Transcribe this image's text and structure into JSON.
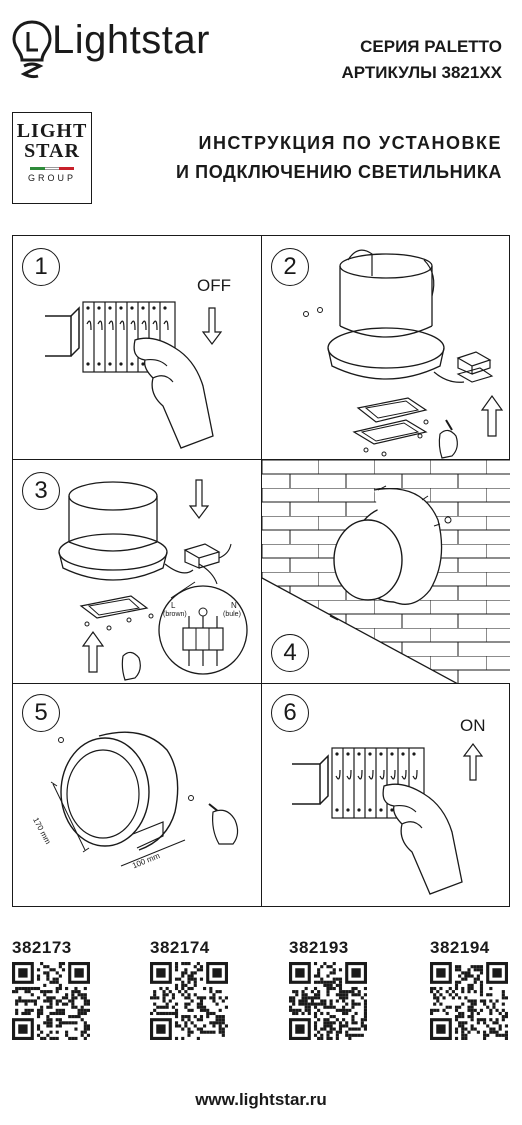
{
  "header": {
    "brand": "Lightstar",
    "series": "СЕРИЯ PALETTO",
    "articles": "АРТИКУЛЫ 3821XX",
    "badge_line1": "LIGHT",
    "badge_line2": "STAR",
    "badge_line3": "GROUP",
    "title_line1": "ИНСТРУКЦИЯ ПО УСТАНОВКЕ",
    "title_line2": "И ПОДКЛЮЧЕНИЮ СВЕТИЛЬНИКА"
  },
  "steps": [
    {
      "number": "1",
      "label": "OFF"
    },
    {
      "number": "2"
    },
    {
      "number": "3",
      "wire_l": "L",
      "wire_l_color": "(brown)",
      "wire_n": "N",
      "wire_n_color": "(bule)"
    },
    {
      "number": "4"
    },
    {
      "number": "5",
      "dim_height": "170 mm",
      "dim_width": "100 mm"
    },
    {
      "number": "6",
      "label": "ON"
    }
  ],
  "codes": [
    {
      "article": "382173"
    },
    {
      "article": "382174"
    },
    {
      "article": "382193"
    },
    {
      "article": "382194"
    }
  ],
  "website": "www.lightstar.ru",
  "colors": {
    "ink": "#1a1a1a",
    "flag_green": "#2e8b3a",
    "flag_white": "#ffffff",
    "flag_red": "#c8202a"
  }
}
